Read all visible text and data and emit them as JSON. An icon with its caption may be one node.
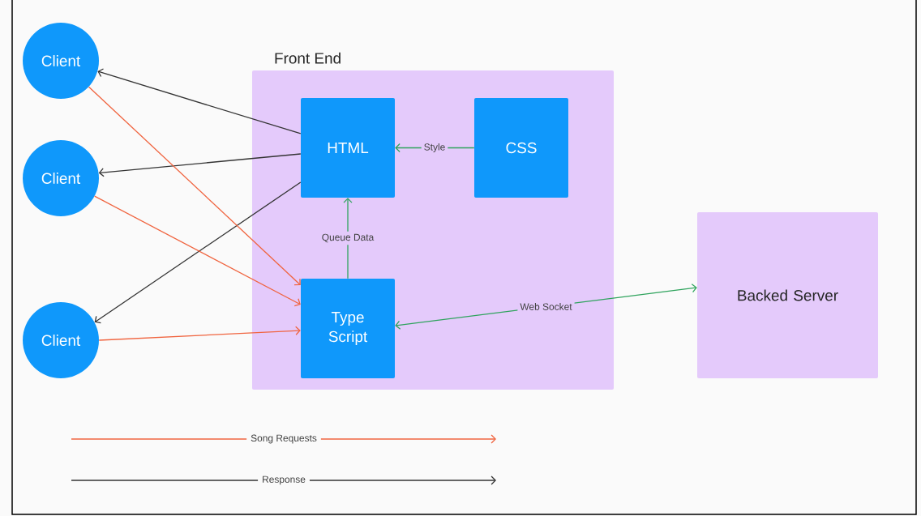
{
  "diagram": {
    "nodes": [
      {
        "text": [
          "Client"
        ]
      },
      {
        "text": [
          "Client"
        ]
      },
      {
        "text": [
          "Client"
        ]
      },
      {
        "text": [
          "Front End"
        ]
      },
      {
        "text": [
          "HTML"
        ],
        "in": 3
      },
      {
        "text": [
          "CSS"
        ],
        "in": 3
      },
      {
        "text": [
          "Type Script"
        ],
        "in": 3
      },
      {
        "text": [
          "Backed Server"
        ]
      }
    ],
    "edges": [
      {
        "from": 4,
        "to": 0,
        "arrow": "to",
        "color": "#333333"
      },
      {
        "from": 4,
        "to": 1,
        "arrow": "to",
        "color": "#333333"
      },
      {
        "from": 4,
        "to": 2,
        "arrow": "to",
        "color": "#333333"
      },
      {
        "from": 0,
        "to": 6,
        "arrow": "to",
        "color": "#f0643f"
      },
      {
        "from": 1,
        "to": 6,
        "arrow": "to",
        "color": "#f0643f"
      },
      {
        "from": 2,
        "to": 6,
        "arrow": "to",
        "color": "#f0643f"
      },
      {
        "from": 5,
        "to": 4,
        "arrow": "to",
        "label": "Style",
        "color": "#2ea35c"
      },
      {
        "from": 6,
        "to": 4,
        "arrow": "to",
        "label": "Queue Data",
        "color": "#2ea35c"
      },
      {
        "from": 6,
        "to": 7,
        "arrow": "both",
        "label": "Web Socket",
        "color": "#2ea35c"
      }
    ],
    "legend": [
      {
        "text": "Song Requests"
      },
      {
        "text": "Response"
      }
    ]
  }
}
